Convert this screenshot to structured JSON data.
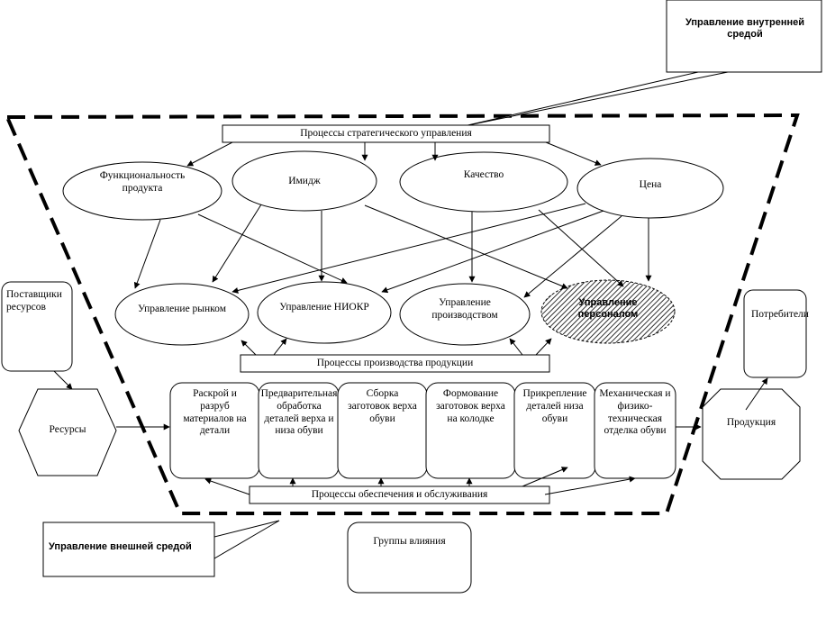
{
  "callouts": {
    "internal": "Управление внутренней средой",
    "external": "Управление внешней средой"
  },
  "bars": {
    "strategic": "Процессы стратегического управления",
    "production": "Процессы производства продукции",
    "support": "Процессы обеспечения и обслуживания"
  },
  "factors": {
    "functionality": "Функциональность продукта",
    "image": "Имидж",
    "quality": "Качество",
    "price": "Цена"
  },
  "management": {
    "market": "Управление рынком",
    "rnd": "Управление НИОКР",
    "production": "Управление производством",
    "personnel": "Управление персоналом"
  },
  "steps": [
    "Раскрой и разруб материалов на детали",
    "Предварительная обработка деталей верха и низа обуви",
    "Сборка заготовок верха обуви",
    "Формование заготовок верха на колодке",
    "Прикрепление деталей низа обуви",
    "Механическая и физико-техническая отделка обуви"
  ],
  "side": {
    "suppliers": "Поставщики ресурсов",
    "resources": "Ресурсы",
    "product": "Продукция",
    "consumers": "Потребители",
    "influence": "Группы влияния"
  }
}
